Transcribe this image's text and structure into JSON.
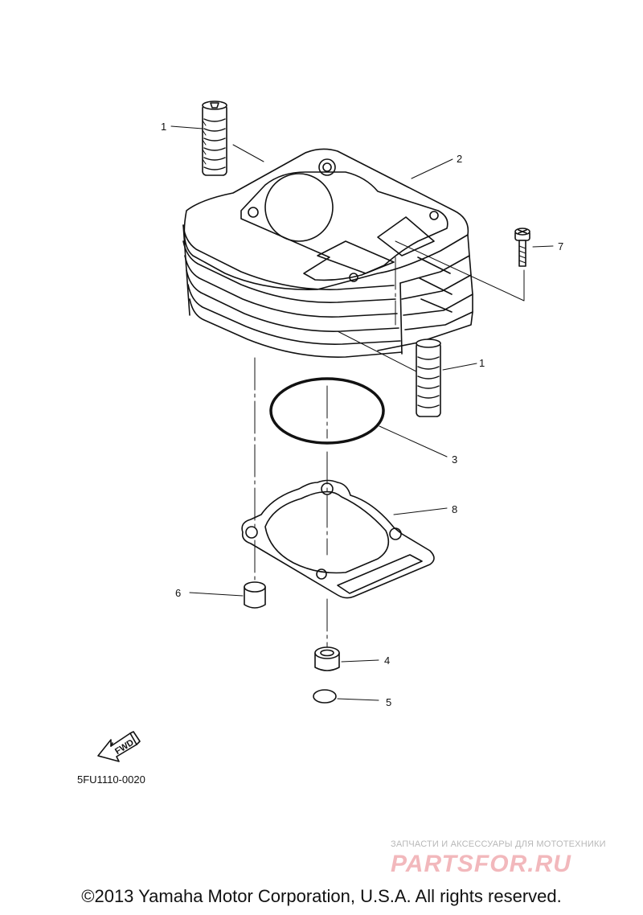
{
  "diagram": {
    "callouts": {
      "c1a": "1",
      "c1b": "1",
      "c2": "2",
      "c3": "3",
      "c4": "4",
      "c5": "5",
      "c6": "6",
      "c7": "7",
      "c8": "8"
    },
    "fwd_label": "FWD",
    "drawing_code": "5FU1110-0020"
  },
  "watermark": {
    "caption": "ЗАПЧАСТИ И АКСЕССУАРЫ ДЛЯ МОТОТЕХНИКИ",
    "logo": "PARTSFOR.RU",
    "color": "#f2b8bc"
  },
  "copyright": "©2013 Yamaha Motor Corporation, U.S.A. All rights reserved."
}
